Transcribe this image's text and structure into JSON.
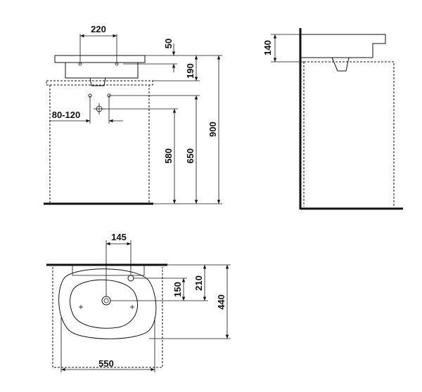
{
  "front_view": {
    "dims": {
      "d220": "220",
      "d50": "50",
      "d190": "190",
      "d900": "900",
      "d650": "650",
      "d580": "580",
      "d80_120": "80-120"
    }
  },
  "side_view": {
    "dims": {
      "d140": "140"
    }
  },
  "top_view": {
    "dims": {
      "d145": "145",
      "d150": "150",
      "d210": "210",
      "d440": "440",
      "d550": "550"
    }
  },
  "colors": {
    "line": "#111111",
    "background": "#ffffff"
  }
}
